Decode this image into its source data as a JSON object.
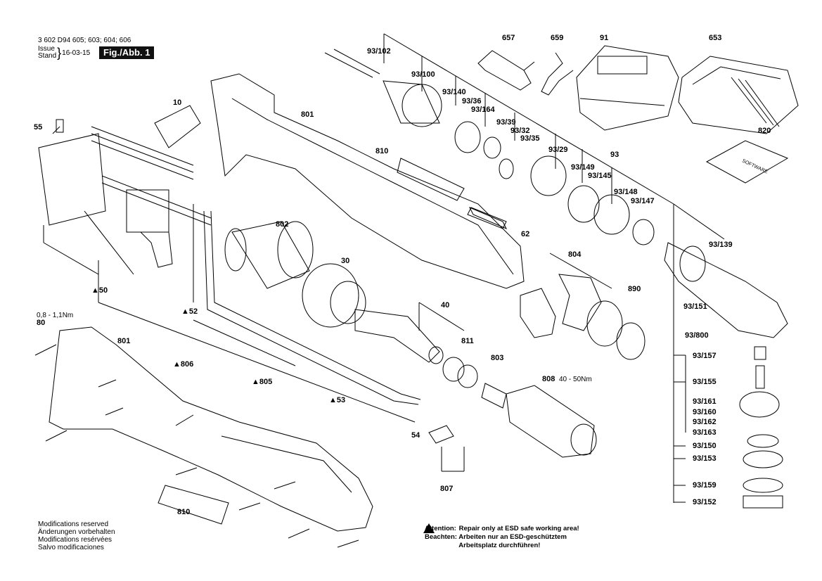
{
  "header": {
    "part_no": "3 602 D94 605; 603; 604; 606",
    "issue_label": "Issue",
    "stand_label": "Stand",
    "date": "16-03-15",
    "fig": "Fig./Abb. 1"
  },
  "notes": [
    "Modifications reserved",
    "Änderungen vorbehalten",
    "Modifications resérvées",
    "Salvo modificaciones"
  ],
  "warning": {
    "attention_key": "Attention:",
    "attention_text": "Repair only at ESD safe working area!",
    "beachten_key": "Beachten:",
    "beachten_text1": "Arbeiten nur an ESD-geschütztem",
    "beachten_text2": "Arbeitsplatz durchführen!"
  },
  "torque_80": "0,8 - 1,1Nm",
  "torque_808": "40 - 50Nm",
  "software_label": "SOFTWARE",
  "labels": {
    "p55": "55",
    "p10": "10",
    "p801a": "801",
    "p810a": "810",
    "p802": "802",
    "p30": "30",
    "p40": "40",
    "p811": "811",
    "p803": "803",
    "p808": "808",
    "p804": "804",
    "p890": "890",
    "p62": "62",
    "p50": "▲50",
    "p52": "▲52",
    "p806": "▲806",
    "p805": "▲805",
    "p53": "▲53",
    "p54": "54",
    "p807": "807",
    "p80": "80",
    "p801b": "801",
    "p810b": "810",
    "p657": "657",
    "p659": "659",
    "p91": "91",
    "p653": "653",
    "p820": "820",
    "a93_102": "93/102",
    "a93_100": "93/100",
    "a93_140": "93/140",
    "a93_36": "93/36",
    "a93_164": "93/164",
    "a93_39": "93/39",
    "a93_32": "93/32",
    "a93_35": "93/35",
    "a93_29": "93/29",
    "a93": "93",
    "a93_149": "93/149",
    "a93_145": "93/145",
    "a93_148": "93/148",
    "a93_147": "93/147",
    "a93_139": "93/139",
    "a93_151": "93/151",
    "a93_800": "93/800",
    "a93_157": "93/157",
    "a93_155": "93/155",
    "a93_161": "93/161",
    "a93_160": "93/160",
    "a93_162": "93/162",
    "a93_163": "93/163",
    "a93_150": "93/150",
    "a93_153": "93/153",
    "a93_159": "93/159",
    "a93_152": "93/152"
  }
}
